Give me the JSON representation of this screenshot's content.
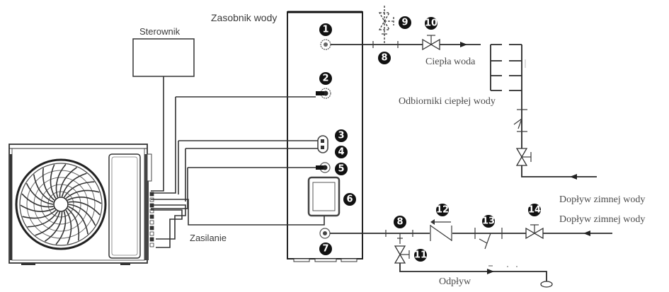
{
  "labels": {
    "controller": "Sterownik",
    "tank": "Zasobnik wody",
    "power": "Zasilanie",
    "hot_water": "Ciepła woda",
    "hot_water_consumers": "Odbiorniki ciepłej wody",
    "cold_inlet_1": "Dopływ zimnej wody",
    "cold_inlet_2": "Dopływ zimnej wody",
    "drain": "Odpływ"
  },
  "badges": {
    "b1": "1",
    "b2": "2",
    "b3": "3",
    "b4": "4",
    "b5": "5",
    "b6": "6",
    "b7": "7",
    "b8_top": "8",
    "b8_bottom": "8",
    "b9": "9",
    "b10": "10",
    "b11": "11",
    "b12": "12",
    "b13": "13",
    "b14": "14"
  }
}
